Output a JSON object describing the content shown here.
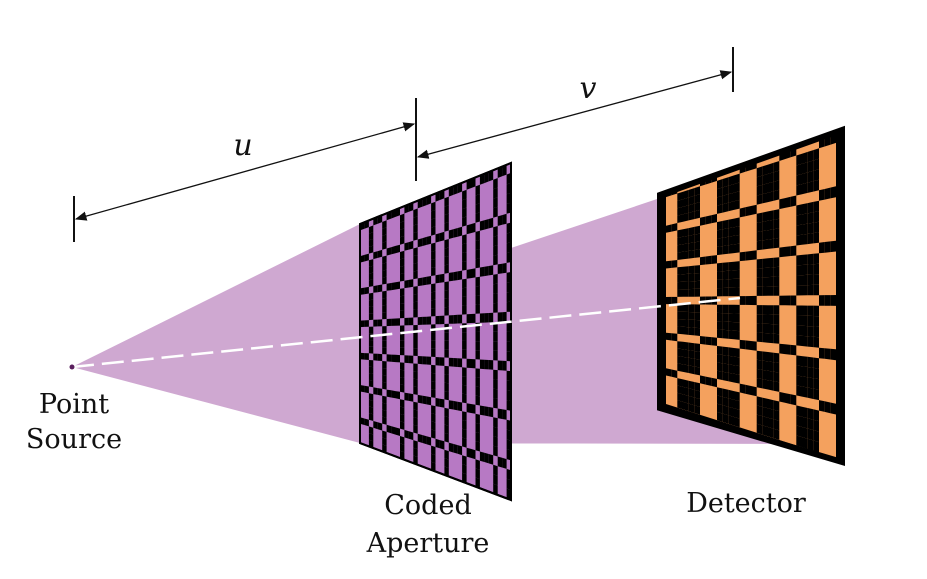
{
  "labels": {
    "source_line1": "Point",
    "source_line2": "Source",
    "aperture_line1": "Coded",
    "aperture_line2": "Aperture",
    "detector": "Detector",
    "dim_u": "u",
    "dim_v": "v"
  },
  "colors": {
    "beam": "#cfa8d1",
    "aperture_fill": "#b779c4",
    "detector_fill": "#f4a15e",
    "mask_black": "#000000",
    "dim_line": "#111111",
    "axis_dash": "#ffffff"
  }
}
